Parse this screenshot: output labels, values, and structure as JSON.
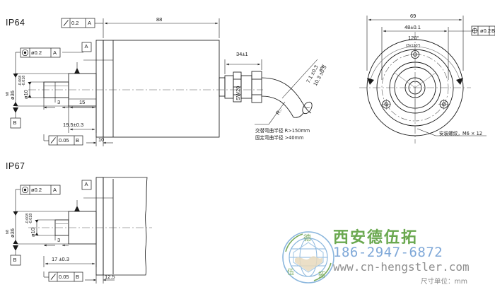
{
  "document": {
    "type": "engineering-dimension-drawing",
    "units_note": "尺寸单位：mm"
  },
  "sections": [
    {
      "id": "ip64",
      "label": "IP64"
    },
    {
      "id": "ip67",
      "label": "IP67"
    }
  ],
  "ip64": {
    "gd_t": [
      {
        "symbol": "⌰",
        "tolerance": "0.2",
        "datum": "A"
      },
      {
        "symbol": "◎",
        "tolerance": "ø0.2",
        "datum": "A"
      },
      {
        "symbol": "⌰",
        "tolerance": "0.05",
        "datum": "B"
      }
    ],
    "datums": [
      "A",
      "B"
    ],
    "dimensions": {
      "body_length": "88",
      "flange_thickness": "10",
      "shaft_flat_len": "15",
      "shaft_step": "3",
      "shaft_length": "19.5±0.3",
      "connector_length": "34±1",
      "wrench_flat": "SW20",
      "shaft_dia": "ø36",
      "shaft_dia_fit": "h8",
      "shaft_small_dia": "ø10",
      "shaft_small_tol_upper": "-0.008",
      "shaft_small_tol_lower": "-0.018",
      "cable_dia_a": "7.1 ±0.3",
      "cable_dia_b": "10.3 ±0.5",
      "cable_dia_or": "oder",
      "bend_radius_symbol": "R.."
    },
    "cable_notes": [
      "交替弯曲半径 R>150mm",
      "固定弯曲半径 >40mm"
    ]
  },
  "ip67": {
    "gd_t": [
      {
        "symbol": "◎",
        "tolerance": "ø0.2",
        "datum": "A"
      },
      {
        "symbol": "⌰",
        "tolerance": "0.05",
        "datum": "B"
      }
    ],
    "datums": [
      "A",
      "B"
    ],
    "dimensions": {
      "flange_thickness": "12.5",
      "shaft_step": "3",
      "shaft_length": "17 ±0.3",
      "shaft_dia": "ø36",
      "shaft_dia_fit": "h8",
      "shaft_small_dia": "ø10",
      "shaft_small_tol_upper": "-0.008",
      "shaft_small_tol_lower": "-0.018"
    }
  },
  "flange_view": {
    "gd_t": {
      "symbol": "⌖",
      "tolerance": "ø0.2",
      "datum": "B"
    },
    "dimensions": {
      "outer_dia": "69",
      "bolt_circle": "48±0.1",
      "angle": "120°",
      "angle_note": "(3x120°)"
    },
    "callout": "安装螺纹，M6 × 12"
  },
  "branding": {
    "company": "西安德伍拓",
    "phone": "186-2947-6872",
    "website": "www.cn-hengstler.com",
    "unit_label": "尺寸单位：mm"
  },
  "colors": {
    "line": "#1a1a1a",
    "thin_line": "#7a7a7a",
    "center_line": "#555555",
    "brand_green": "#6aa84f",
    "brand_blue": "#7fa8d8",
    "brand_gray": "#8f8f8f"
  }
}
